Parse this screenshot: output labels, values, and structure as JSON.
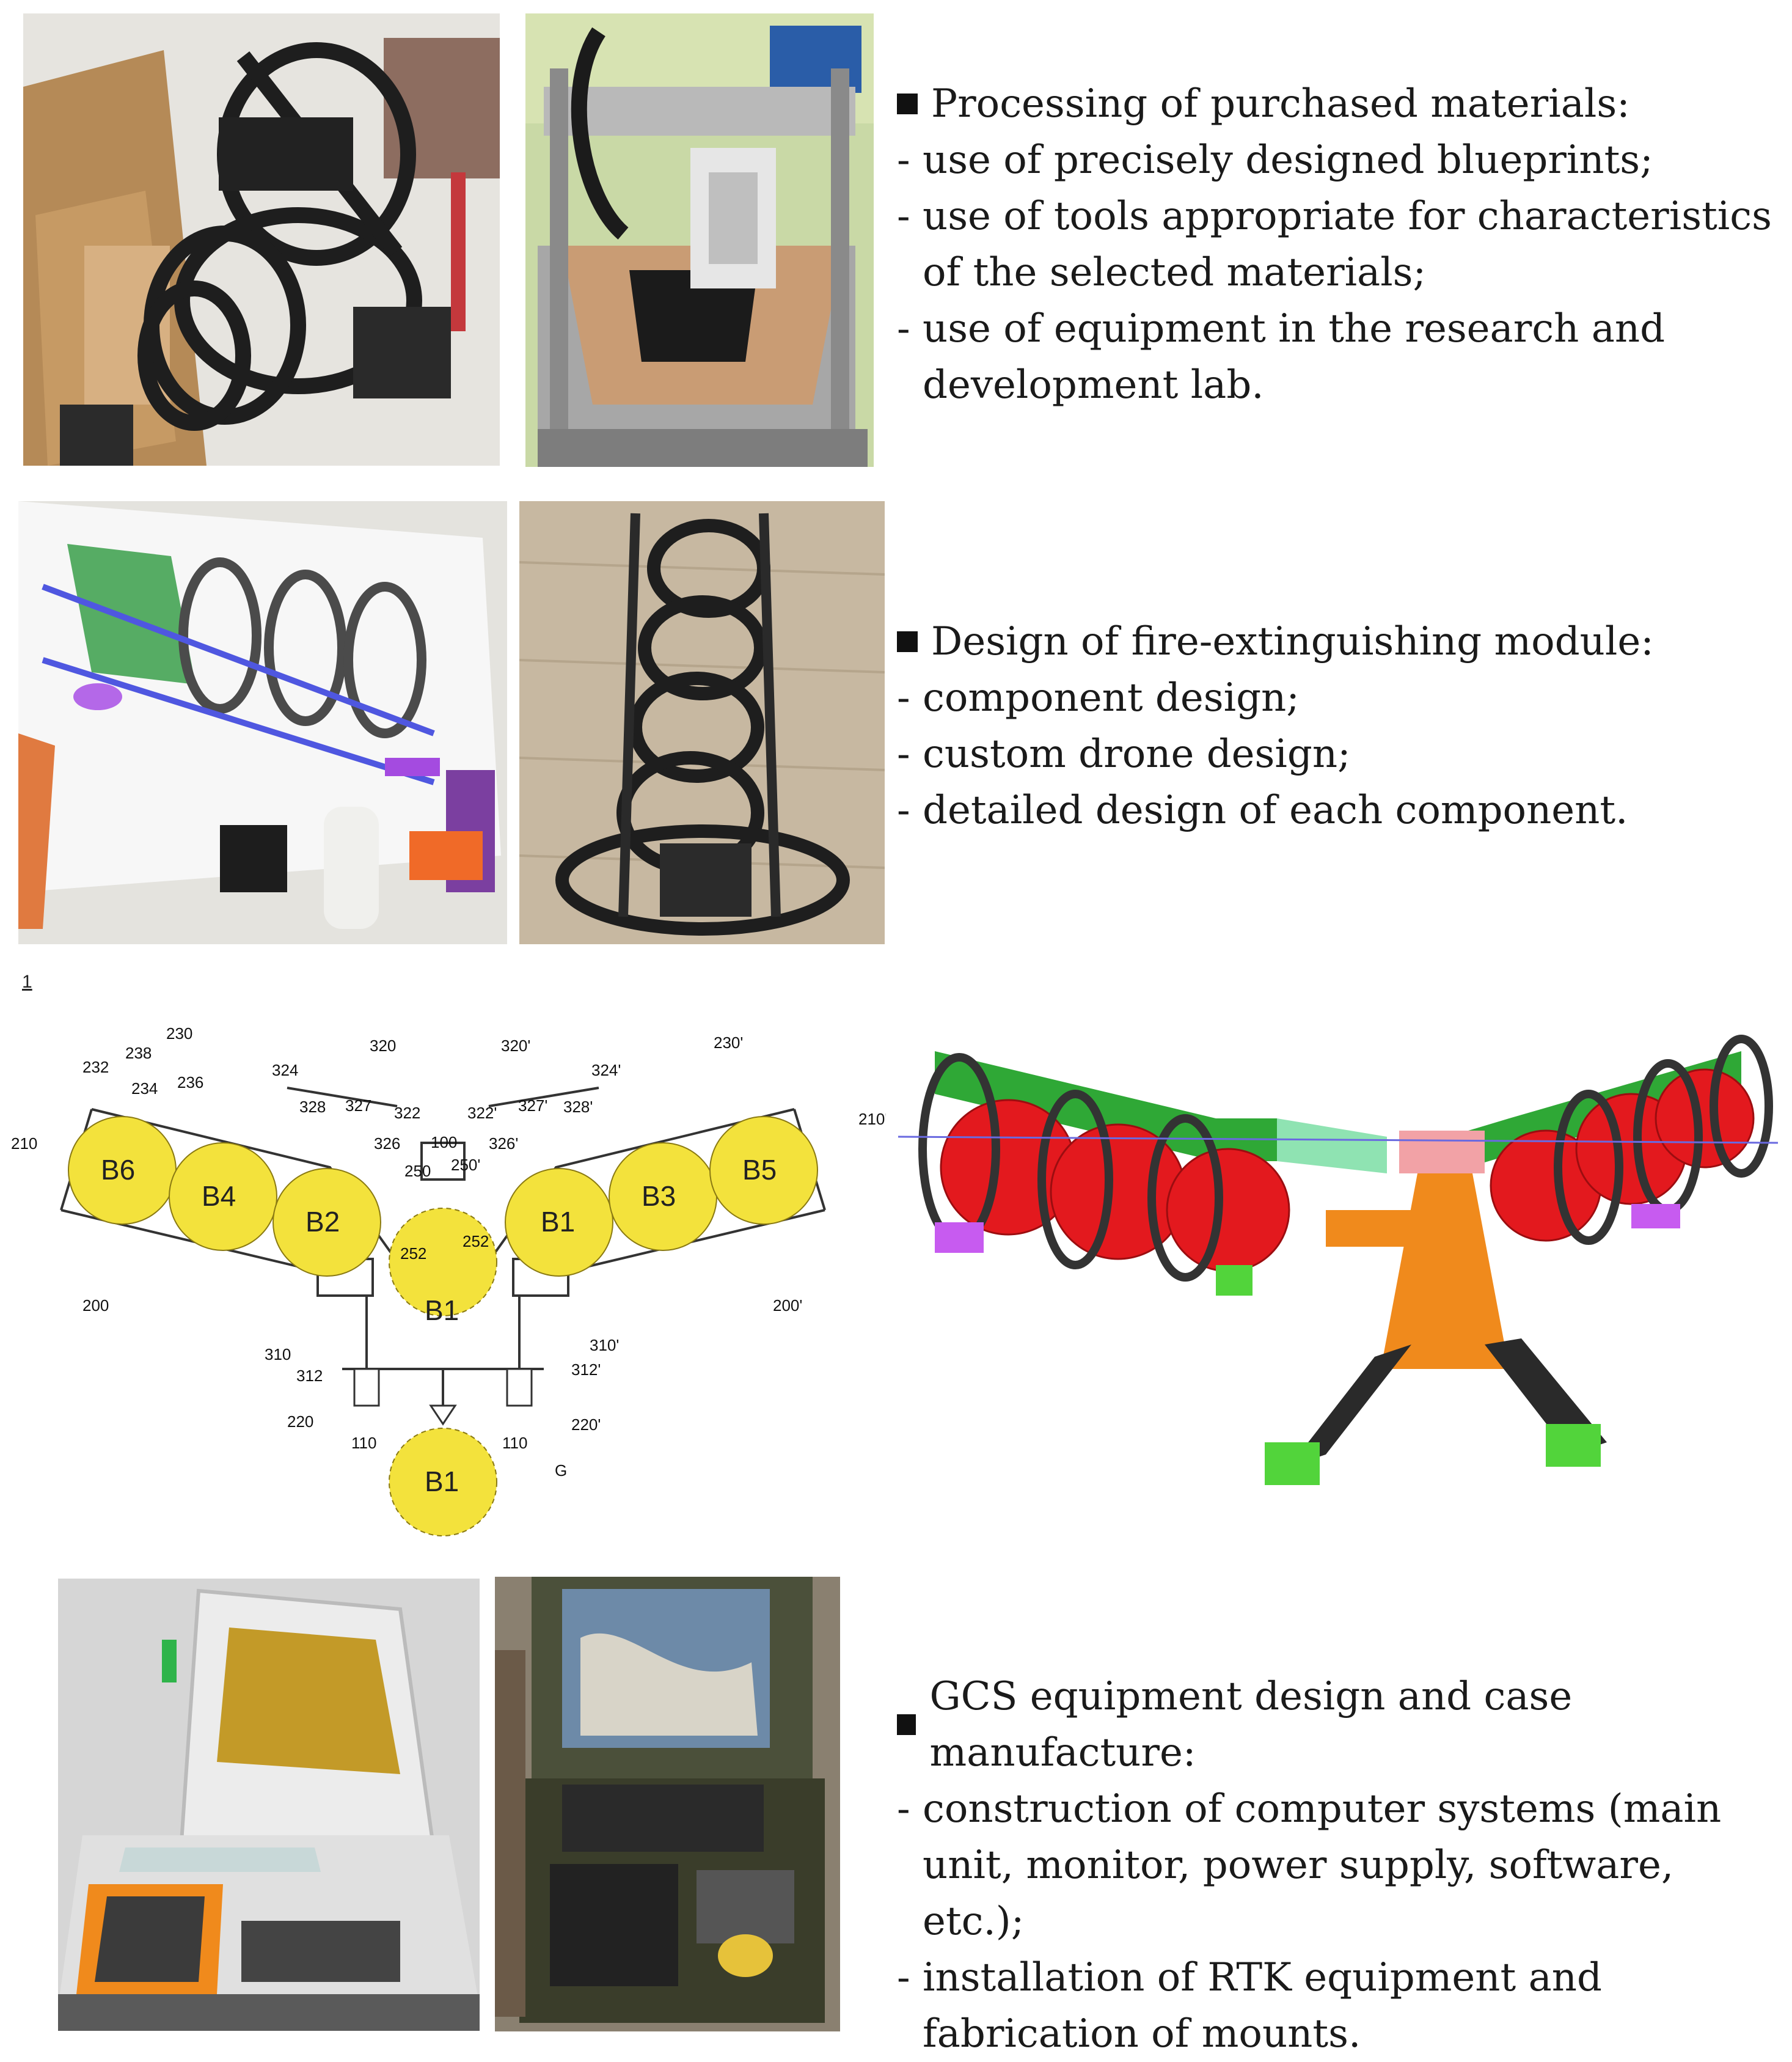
{
  "sections": [
    {
      "heading": "Processing of purchased materials:",
      "items": [
        "- use of precisely designed blueprints;",
        "- use of tools appropriate for characteristics of the selected materials;",
        "- use of equipment in the research and development lab."
      ]
    },
    {
      "heading": "Design of fire-extinguishing module:",
      "items": [
        "- component design;",
        "- custom drone design;",
        "- detailed design of each component."
      ]
    },
    {
      "heading": "GCS equipment design and case manufacture:",
      "items": [
        "- construction of computer systems (main unit, monitor, power supply, software, etc.);",
        "- installation of RTK equipment and fabrication of mounts."
      ]
    }
  ],
  "diagram": {
    "figure_number": "1",
    "balls": [
      "B6",
      "B4",
      "B2",
      "B1",
      "B1",
      "B3",
      "B5",
      "B1"
    ],
    "refs": {
      "r230": "230",
      "r238": "238",
      "r232": "232",
      "r234": "234",
      "r236": "236",
      "r210": "210",
      "r200": "200",
      "r324": "324",
      "r320": "320",
      "r328": "328",
      "r327": "327",
      "r322": "322",
      "r326": "326",
      "r100": "100",
      "r250": "250",
      "r250p": "250'",
      "r252": "252",
      "r252b": "252",
      "r320p": "320'",
      "r324p": "324'",
      "r322p": "322'",
      "r327p": "327'",
      "r328p": "328'",
      "r326p": "326'",
      "r230p": "230'",
      "r210p": "210'",
      "r200p": "200'",
      "r310": "310",
      "r312": "312",
      "r310p": "310'",
      "r312p": "312'",
      "r220": "220",
      "r110": "110",
      "r110b": "110",
      "r220p": "220'",
      "rG": "G"
    },
    "colors": {
      "ball": "#f3e23c",
      "ball_stroke": "#8a7a12"
    }
  },
  "render_colors": {
    "red_sphere": "#e3191e",
    "green_part": "#2fa836",
    "orange_part": "#f08a1c",
    "purple_part": "#c75bf0"
  }
}
